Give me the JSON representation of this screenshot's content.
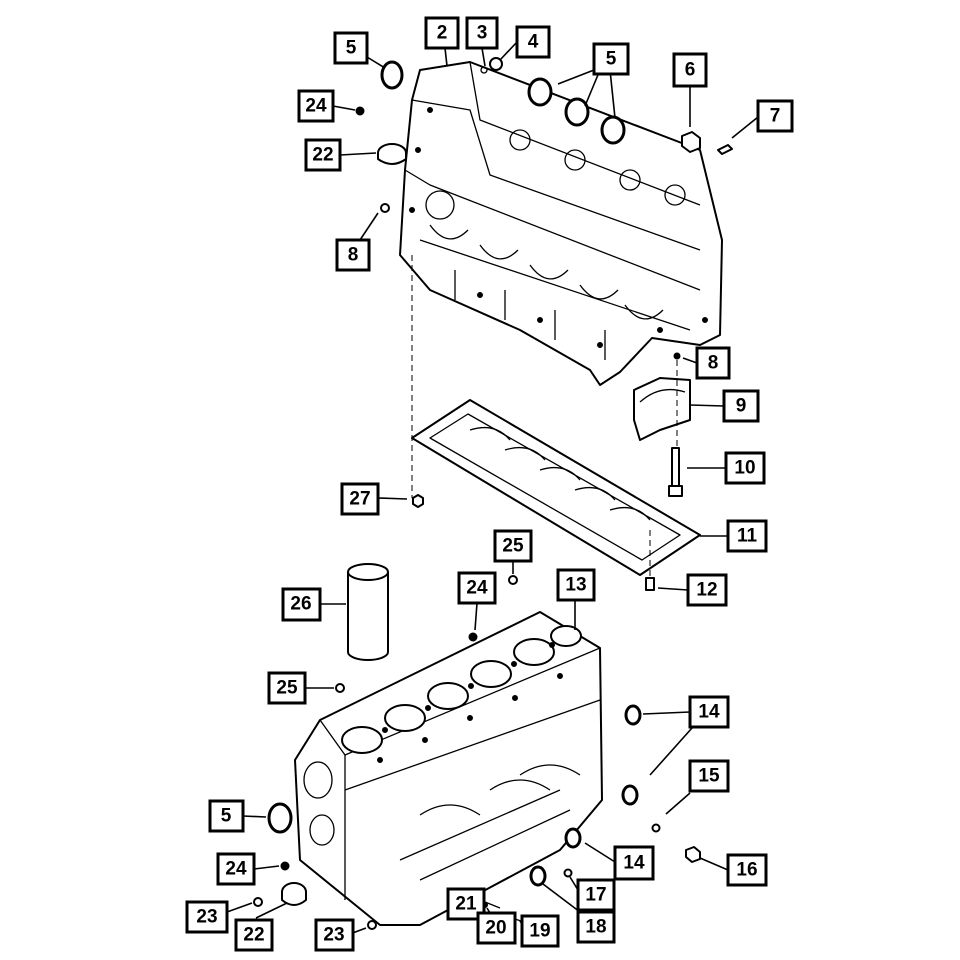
{
  "diagram": {
    "callouts": [
      {
        "id": "c5a",
        "label": "5"
      },
      {
        "id": "c2",
        "label": "2"
      },
      {
        "id": "c3",
        "label": "3"
      },
      {
        "id": "c4",
        "label": "4"
      },
      {
        "id": "c5b",
        "label": "5"
      },
      {
        "id": "c6",
        "label": "6"
      },
      {
        "id": "c7",
        "label": "7"
      },
      {
        "id": "c24a",
        "label": "24"
      },
      {
        "id": "c22a",
        "label": "22"
      },
      {
        "id": "c8a",
        "label": "8"
      },
      {
        "id": "c8b",
        "label": "8"
      },
      {
        "id": "c9",
        "label": "9"
      },
      {
        "id": "c10",
        "label": "10"
      },
      {
        "id": "c27",
        "label": "27"
      },
      {
        "id": "c11",
        "label": "11"
      },
      {
        "id": "c25a",
        "label": "25"
      },
      {
        "id": "c12",
        "label": "12"
      },
      {
        "id": "c24b",
        "label": "24"
      },
      {
        "id": "c13",
        "label": "13"
      },
      {
        "id": "c26",
        "label": "26"
      },
      {
        "id": "c25b",
        "label": "25"
      },
      {
        "id": "c14a",
        "label": "14"
      },
      {
        "id": "c15",
        "label": "15"
      },
      {
        "id": "c5c",
        "label": "5"
      },
      {
        "id": "c14b",
        "label": "14"
      },
      {
        "id": "c16",
        "label": "16"
      },
      {
        "id": "c24c",
        "label": "24"
      },
      {
        "id": "c17",
        "label": "17"
      },
      {
        "id": "c21",
        "label": "21"
      },
      {
        "id": "c23a",
        "label": "23"
      },
      {
        "id": "c20",
        "label": "20"
      },
      {
        "id": "c19",
        "label": "19"
      },
      {
        "id": "c18",
        "label": "18"
      },
      {
        "id": "c22b",
        "label": "22"
      },
      {
        "id": "c23b",
        "label": "23"
      }
    ]
  }
}
